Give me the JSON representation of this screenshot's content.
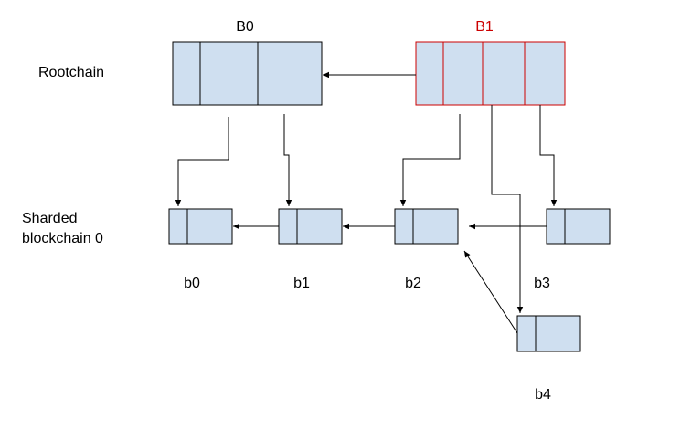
{
  "colors": {
    "block_fill": "#cfdff0",
    "block_stroke": "#000000",
    "highlight_stroke": "#cc0000",
    "highlight_text": "#cc0000",
    "arrow": "#000000",
    "text": "#000000"
  },
  "labels": {
    "rootchain": "Rootchain",
    "sharded_line1": "Sharded",
    "sharded_line2": "blockchain 0"
  },
  "root_blocks": [
    {
      "id": "B0",
      "label": "B0",
      "highlighted": false
    },
    {
      "id": "B1",
      "label": "B1",
      "highlighted": true
    }
  ],
  "shard_blocks": [
    {
      "id": "b0",
      "label": "b0"
    },
    {
      "id": "b1",
      "label": "b1"
    },
    {
      "id": "b2",
      "label": "b2"
    },
    {
      "id": "b3",
      "label": "b3"
    },
    {
      "id": "b4",
      "label": "b4"
    }
  ],
  "links": [
    {
      "from": "B1",
      "to": "B0"
    },
    {
      "from": "b1",
      "to": "b0"
    },
    {
      "from": "b2",
      "to": "b1"
    },
    {
      "from": "b3",
      "to": "b2"
    },
    {
      "from": "b4",
      "to": "b2"
    },
    {
      "from": "B0",
      "to": "b0"
    },
    {
      "from": "B0",
      "to": "b1"
    },
    {
      "from": "B1",
      "to": "b2"
    },
    {
      "from": "B1",
      "to": "b4"
    },
    {
      "from": "B1",
      "to": "b3"
    }
  ]
}
